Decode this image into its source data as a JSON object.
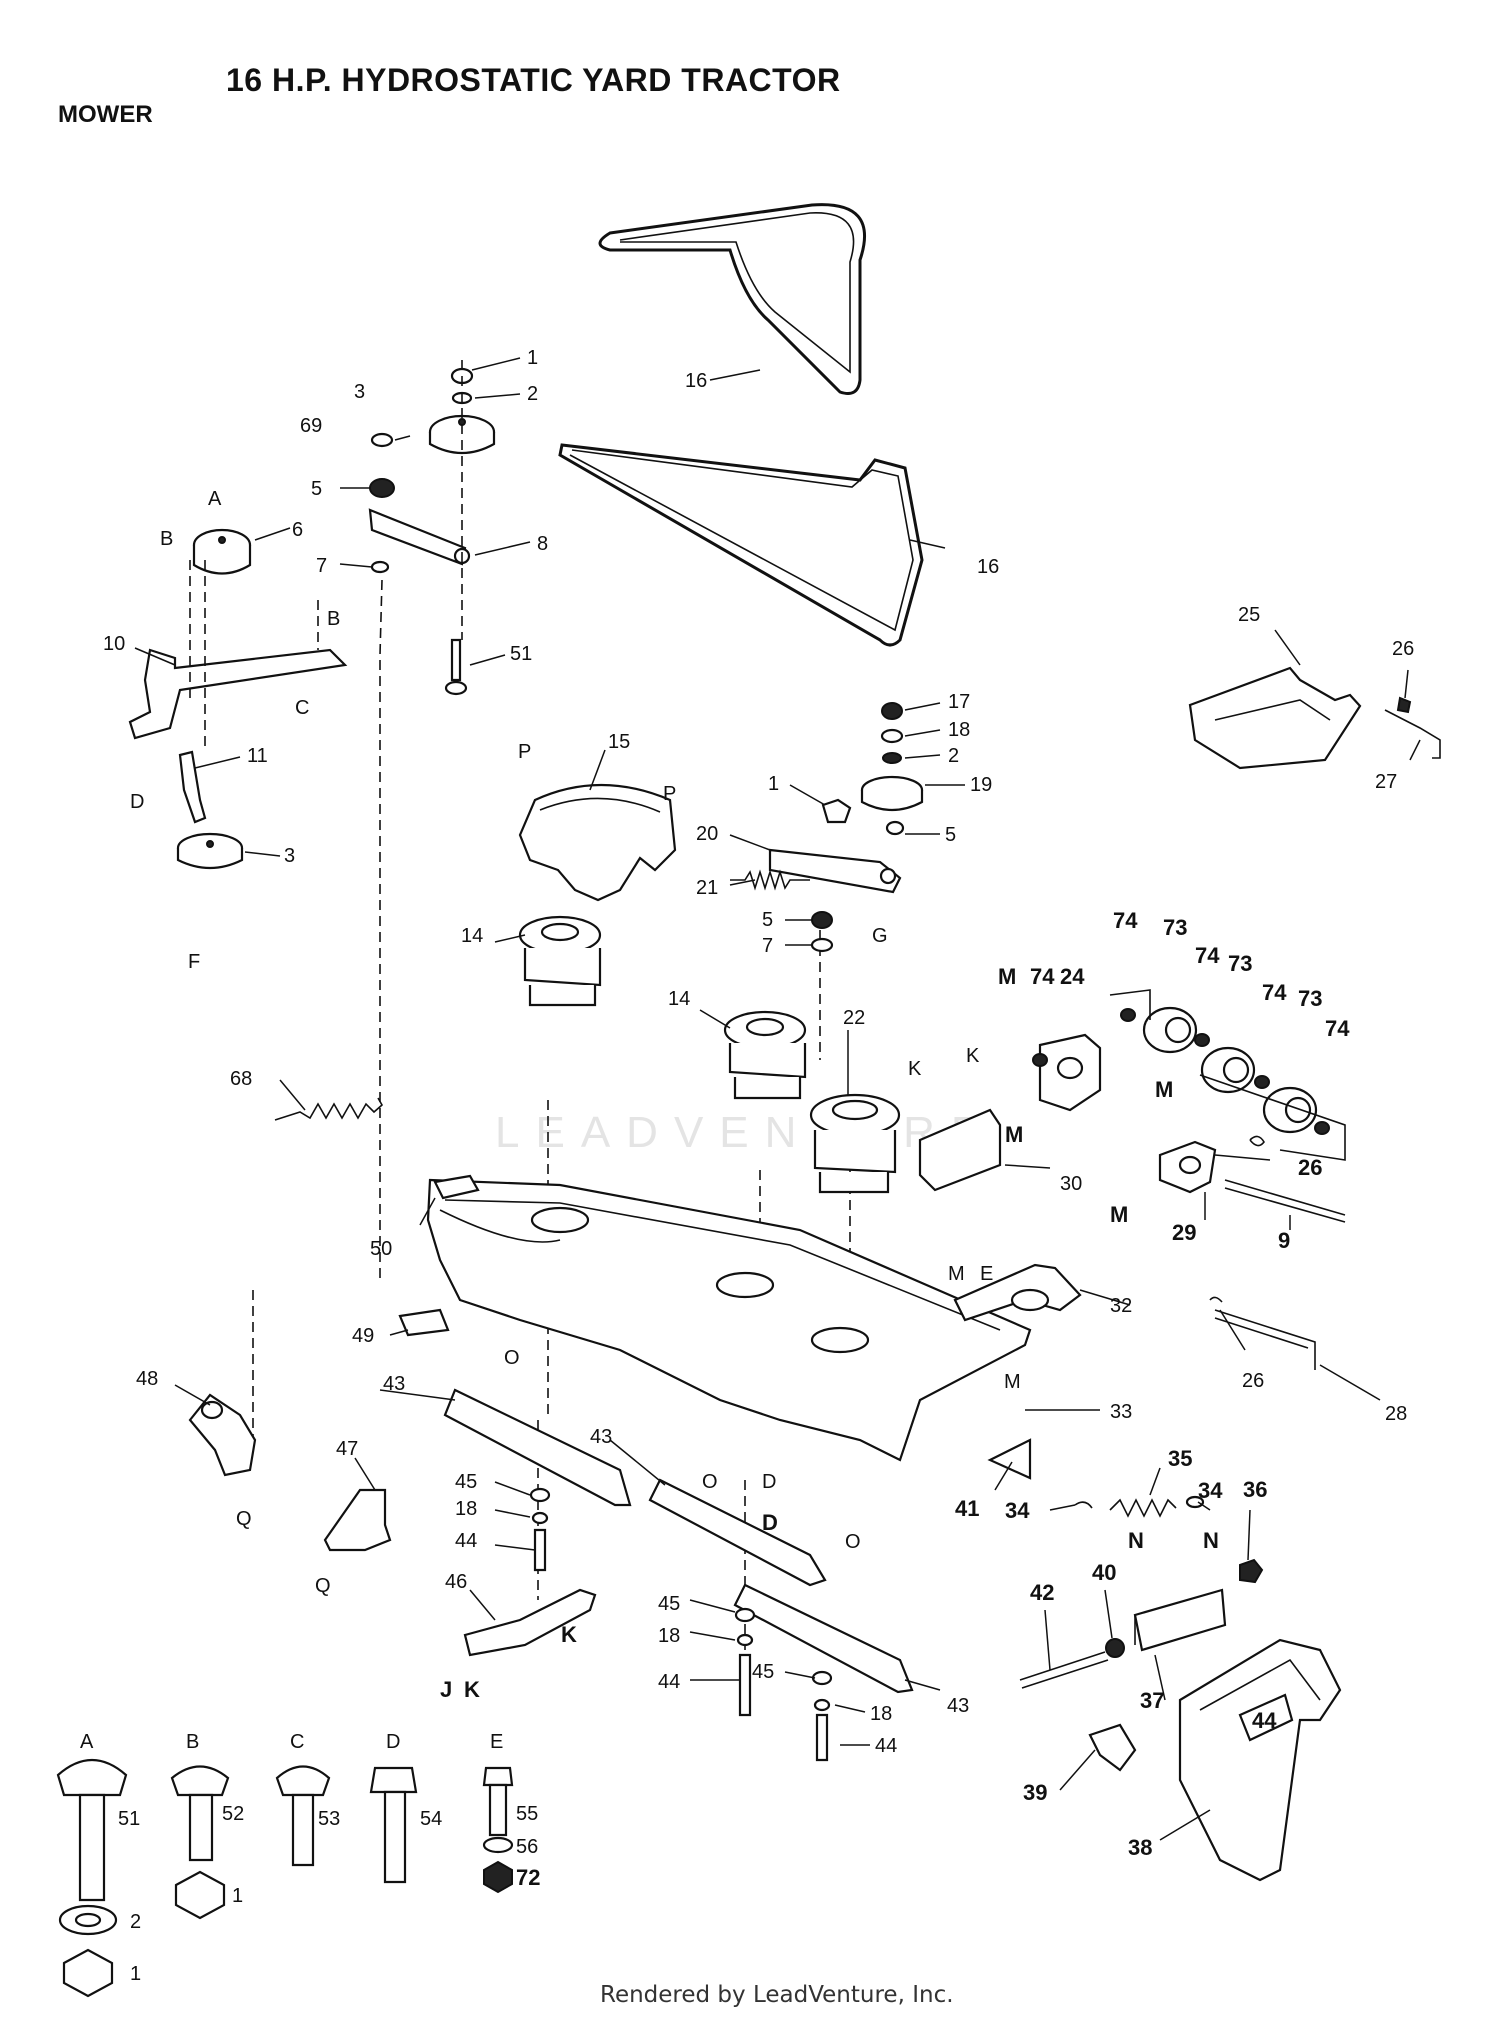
{
  "title": "16 H.P. HYDROSTATIC YARD TRACTOR",
  "subtitle": "MOWER",
  "watermark": "LEADVENTURE",
  "footer": "Rendered by LeadVenture, Inc.",
  "colors": {
    "ink": "#111111",
    "paper": "#ffffff",
    "watermark": "#e4e4e4"
  },
  "callouts": {
    "p1a": "1",
    "p2a": "2",
    "p3a": "3",
    "p69": "69",
    "p5a": "5",
    "p6": "6",
    "p7a": "7",
    "p8": "8",
    "p10": "10",
    "p11": "11",
    "p3b": "3",
    "p51a": "51",
    "p16a": "16",
    "p16b": "16",
    "p25": "25",
    "p26a": "26",
    "p27": "27",
    "p17": "17",
    "p18a": "18",
    "p2b": "2",
    "p1b": "1",
    "p19": "19",
    "p5b": "5",
    "p20": "20",
    "p21": "21",
    "p5c": "5",
    "p7b": "7",
    "p15": "15",
    "p14a": "14",
    "p14b": "14",
    "p22": "22",
    "p74a": "74",
    "p73a": "73",
    "p74b": "74",
    "p73b": "73",
    "p74c": "74",
    "p73c": "73",
    "p74d": "74",
    "p74e": "74",
    "p24": "24",
    "p30": "30",
    "p26b": "26",
    "p29": "29",
    "p9": "9",
    "p68": "68",
    "p50": "50",
    "p49": "49",
    "p32": "32",
    "p26c": "26",
    "p28": "28",
    "p33": "33",
    "p48": "48",
    "p43a": "43",
    "p43b": "43",
    "p43c": "43",
    "p47": "47",
    "p45a": "45",
    "p18b": "18",
    "p44a": "44",
    "p46": "46",
    "p41": "41",
    "p35": "35",
    "p34a": "34",
    "p34b": "34",
    "p36": "36",
    "p42": "42",
    "p40": "40",
    "p45b": "45",
    "p18c": "18",
    "p44b": "44",
    "p45c": "45",
    "p18d": "18",
    "p44c": "44",
    "p37": "37",
    "p39": "39",
    "p38": "38",
    "h51": "51",
    "h52": "52",
    "h53": "53",
    "h54": "54",
    "h55": "55",
    "h56": "56",
    "h72": "72",
    "h2": "2",
    "h1a": "1",
    "h1b": "1"
  },
  "letters": {
    "A": "A",
    "B1": "B",
    "B2": "B",
    "C": "C",
    "D1": "D",
    "F": "F",
    "P1": "P",
    "P2": "P",
    "G": "G",
    "M1": "M",
    "M2": "M",
    "M3": "M",
    "M4": "M",
    "M5": "M",
    "M6": "M",
    "K1": "K",
    "K2": "K",
    "K3": "K",
    "K4": "K",
    "J": "J",
    "E": "E",
    "O1": "O",
    "O2": "O",
    "O3": "O",
    "D2": "D",
    "D3": "D",
    "Q1": "Q",
    "Q2": "Q",
    "N1": "N",
    "N2": "N",
    "hA": "A",
    "hB": "B",
    "hC": "C",
    "hD": "D",
    "hE": "E"
  },
  "deck_badge": "44"
}
